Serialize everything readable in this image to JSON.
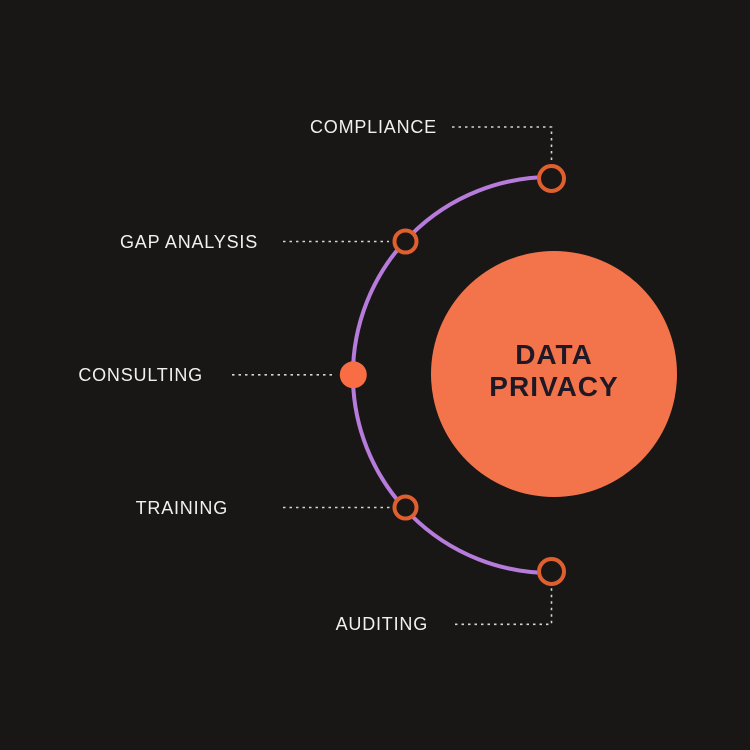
{
  "diagram": {
    "center": {
      "line1": "DATA",
      "line2": "PRIVACY"
    },
    "items": [
      {
        "label": "COMPLIANCE",
        "node_style": "ring"
      },
      {
        "label": "GAP ANALYSIS",
        "node_style": "ring"
      },
      {
        "label": "CONSULTING",
        "node_style": "filled"
      },
      {
        "label": "TRAINING",
        "node_style": "ring"
      },
      {
        "label": "AUDITING",
        "node_style": "ring"
      }
    ],
    "colors": {
      "background": "#181716",
      "circle_fill": "#F3744A",
      "node_ring": "#E05F2F",
      "node_filled": "#F96D44",
      "arc": "#B77CDB",
      "connector": "#D7D4D2",
      "label_text": "#F2F0EF",
      "center_text": "#1F1925"
    }
  }
}
